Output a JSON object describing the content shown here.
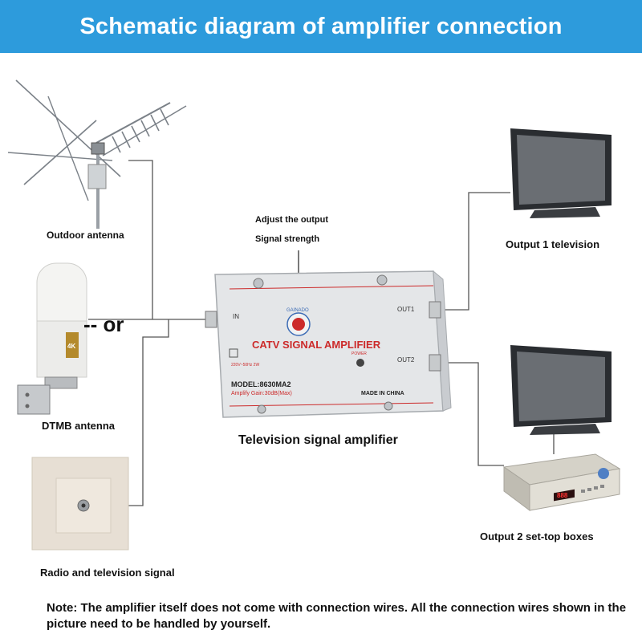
{
  "title": "Schematic diagram of amplifier connection",
  "inputs": {
    "outdoor_antenna": "Outdoor antenna",
    "or_text": "-- or",
    "dtmb_antenna": "DTMB antenna",
    "dtmb_badge": "4K",
    "wall_socket": "Radio and television signal"
  },
  "amplifier": {
    "callout_line1": "Adjust the output",
    "callout_line2": "Signal strength",
    "in_label": "IN",
    "out1_label": "OUT1",
    "out2_label": "OUT2",
    "brand": "GAINADO",
    "name": "CATV SIGNAL AMPLIFIER",
    "power_label": "POWER",
    "power_spec": "220V~50Hz 2W",
    "model": "MODEL:8630MA2",
    "gain": "Amplify Gain:30dB(Max)",
    "origin": "MADE IN CHINA",
    "caption": "Television signal amplifier"
  },
  "outputs": {
    "output1": "Output 1 television",
    "output2": "Output 2 set-top boxes",
    "stb_display": "888"
  },
  "note": "Note: The amplifier itself does not come with connection wires. All the connection wires shown in the picture need to be handled by yourself.",
  "colors": {
    "banner": "#2d9bdc",
    "amplifier_body": "#e4e6e8",
    "amplifier_red": "#cc2a2a",
    "wire": "#555555"
  }
}
